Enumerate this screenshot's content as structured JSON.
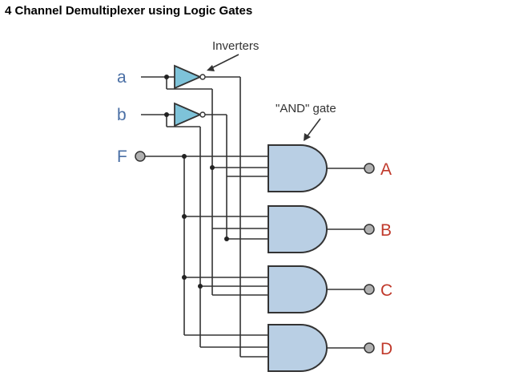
{
  "title": "4 Channel Demultiplexer using Logic Gates",
  "inputs": [
    "a",
    "b",
    "F"
  ],
  "outputs": [
    "A",
    "B",
    "C",
    "D"
  ],
  "callouts": {
    "inverters": "Inverters",
    "and_gate": "\"AND\" gate"
  }
}
